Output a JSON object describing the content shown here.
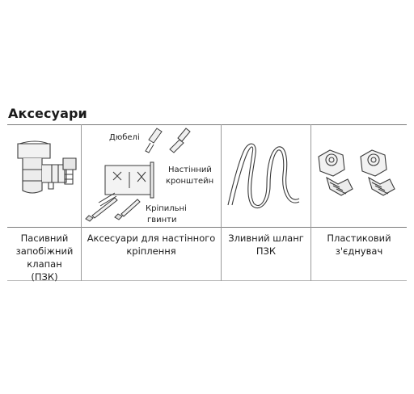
{
  "heading": "Аксесуари",
  "items": [
    {
      "caption_lines": [
        "Пасивний",
        "запобіжний",
        "клапан",
        "(ПЗК)"
      ]
    },
    {
      "caption_lines": [
        "Аксесуари для настінного",
        "кріплення"
      ],
      "labels": {
        "dowels": "Дюбелі",
        "bracket_1": "Настінний",
        "bracket_2": "кронштейн",
        "screws_1": "Кріпильні",
        "screws_2": "гвинти"
      }
    },
    {
      "caption_lines": [
        "Зливний шланг",
        "ПЗК"
      ]
    },
    {
      "caption_lines": [
        "Пластиковий",
        "з'єднувач"
      ]
    }
  ]
}
